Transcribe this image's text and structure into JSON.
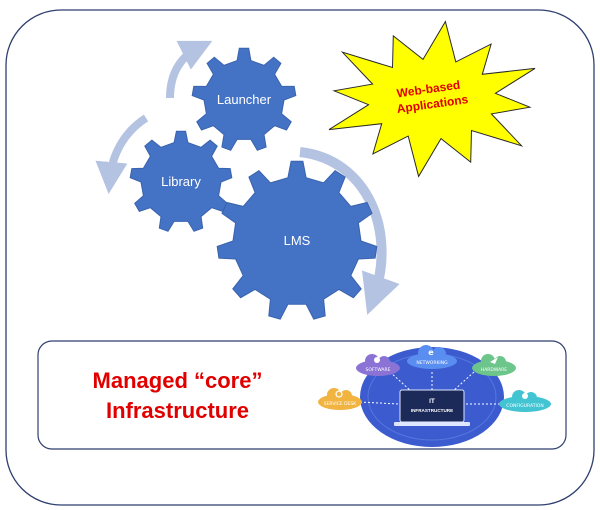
{
  "gears": {
    "launcher": "Launcher",
    "library": "Library",
    "lms": "LMS"
  },
  "callout": {
    "line1": "Web-based",
    "line2": "Applications"
  },
  "core_box": {
    "line1": "Managed “core”",
    "line2": "Infrastructure"
  },
  "it_graphic": {
    "center_line1": "IT",
    "center_line2": "INFRASTRUCTURE",
    "clouds": {
      "software": "SOFTWARE",
      "networking": "NETWORKING",
      "hardware": "HARDWARE",
      "service_desk": "SERVICE DESK",
      "configuration": "CONFIGURATION"
    }
  },
  "colors": {
    "gear_fill": "#4472c4",
    "arrow_fill": "#b4c3e2",
    "burst_fill": "#ffff00",
    "label_red": "#e00000",
    "frame_stroke": "#2f3f6e",
    "it_circle": "#3b5bcf"
  }
}
